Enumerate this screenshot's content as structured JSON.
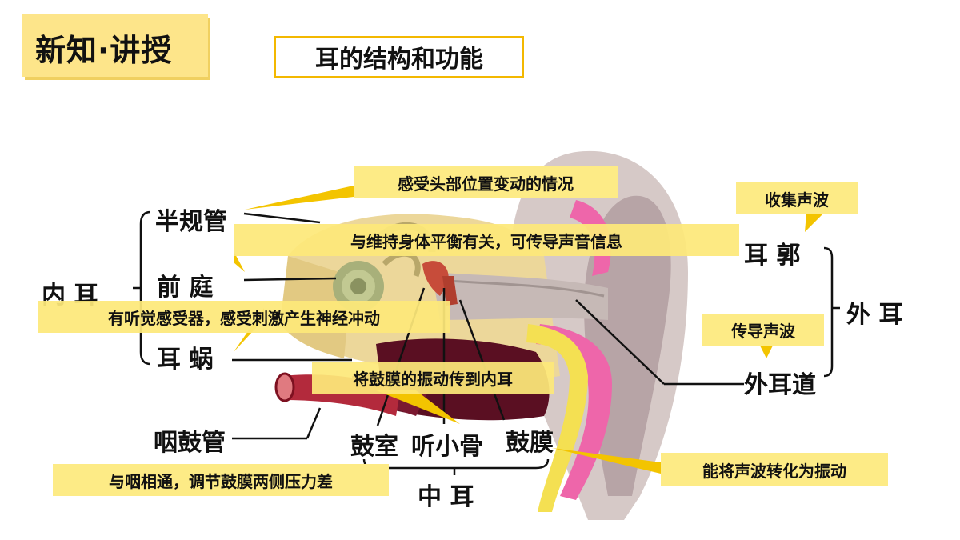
{
  "header": {
    "badge": "新知·讲授",
    "title": "耳的结构和功能"
  },
  "labels": {
    "inner_ear": "内 耳",
    "semicircular": "半规管",
    "vestibule": "前 庭",
    "cochlea": "耳 蜗",
    "eustachian": "咽鼓管",
    "tympanic_cavity": "鼓室",
    "ossicles": "听小骨",
    "eardrum": "鼓膜",
    "middle_ear": "中 耳",
    "auricle": "耳 郭",
    "ear_canal": "外耳道",
    "outer_ear": "外 耳"
  },
  "notes": {
    "semicircular_fn": "感受头部位置变动的情况",
    "vestibule_fn": "与维持身体平衡有关，可传导声音信息",
    "cochlea_fn": "有听觉感受器，感受刺激产生神经冲动",
    "ossicles_fn": "将鼓膜的振动传到内耳",
    "eustachian_fn": "与咽相通，调节鼓膜两侧压力差",
    "eardrum_fn": "能将声波转化为振动",
    "auricle_fn": "收集声波",
    "canal_fn": "传导声波"
  }
}
